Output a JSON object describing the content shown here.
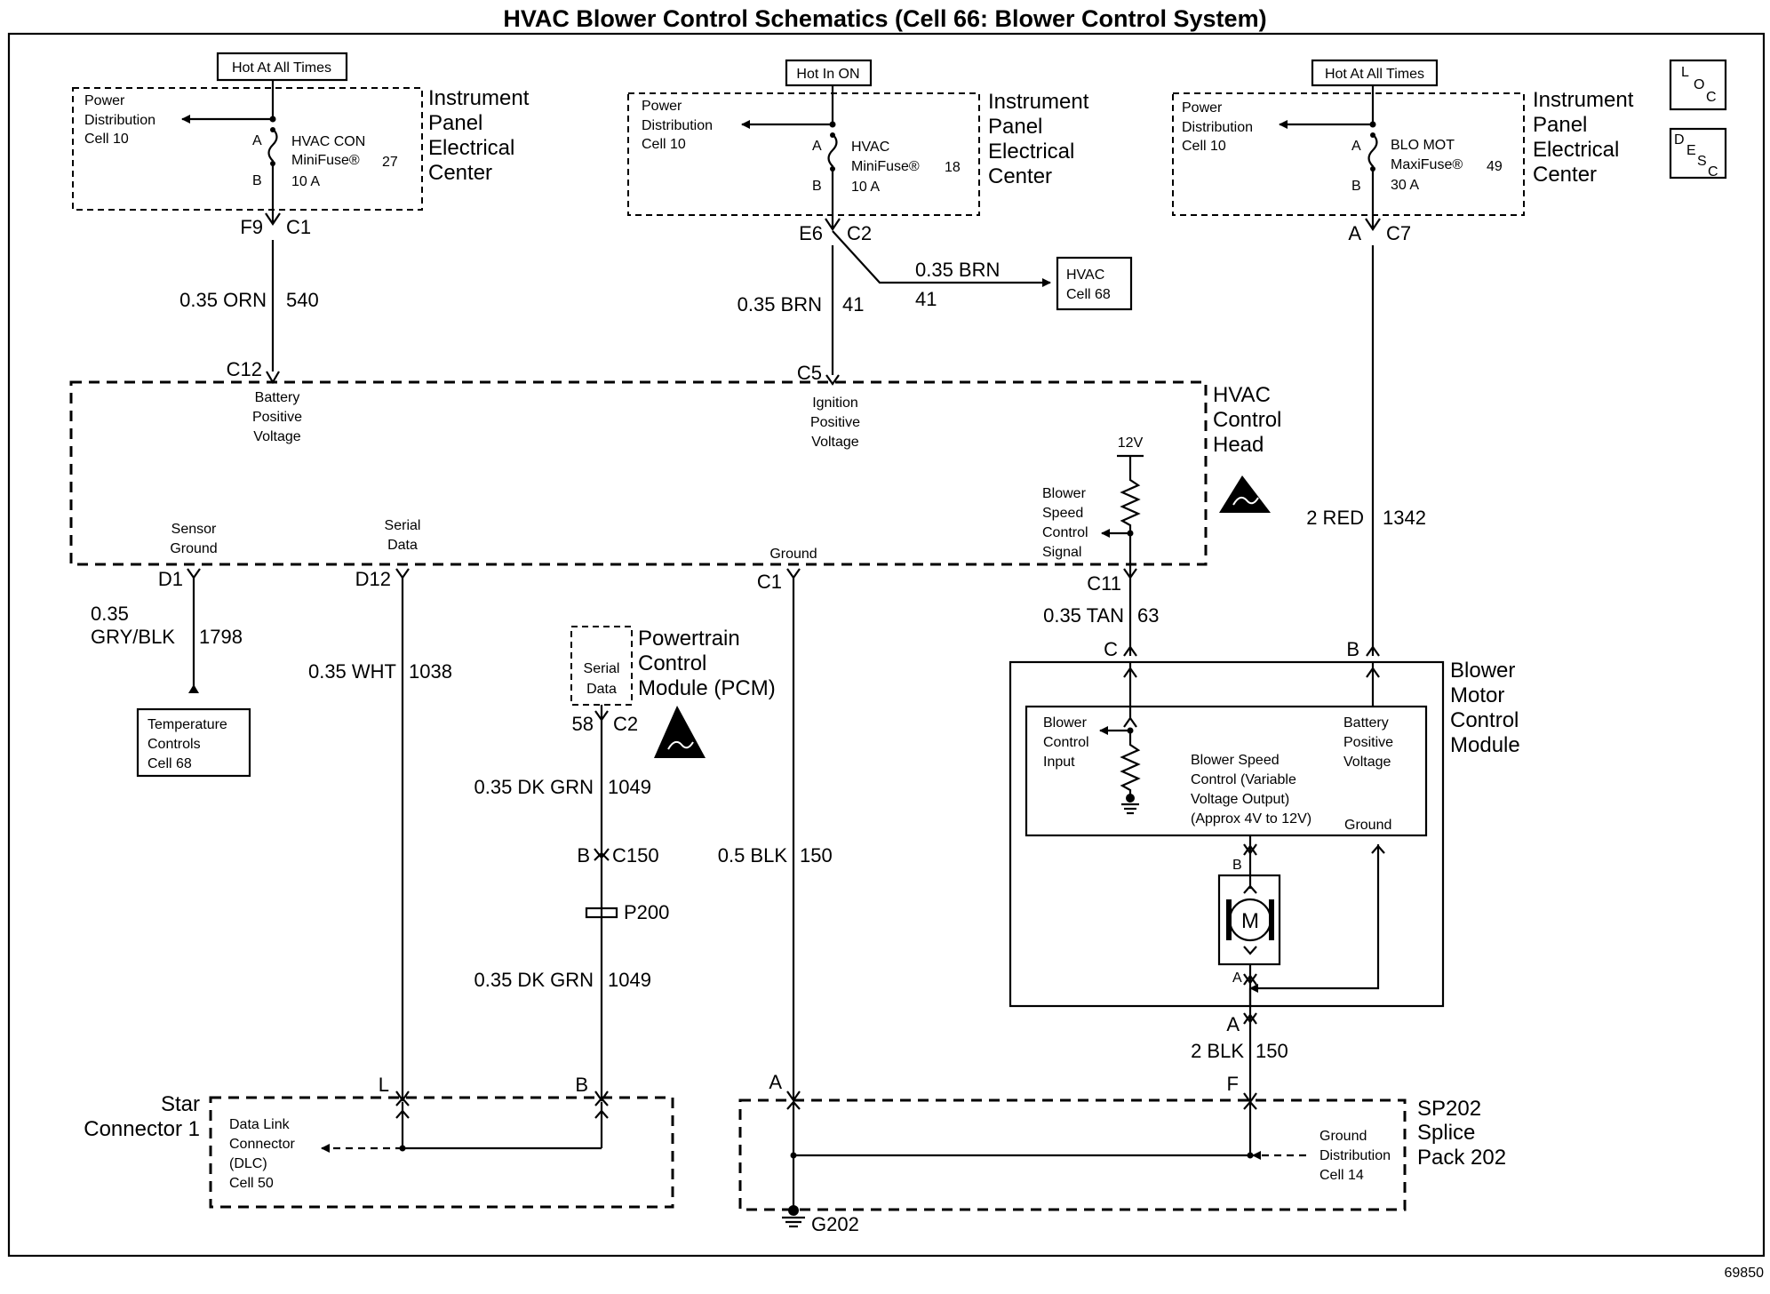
{
  "title": "HVAC Blower Control Schematics (Cell 66: Blower Control System)",
  "figure_number": "69850",
  "badges": {
    "loc": [
      "L",
      "O",
      "C"
    ],
    "desc": [
      "D",
      "E",
      "S",
      "C"
    ]
  },
  "fuses": [
    {
      "supply": "Hot At All Times",
      "distribution": [
        "Power",
        "Distribution",
        "Cell 10"
      ],
      "pin_a": "A",
      "pin_b": "B",
      "name": [
        "HVAC CON",
        "MiniFuse®",
        "10 A"
      ],
      "number": "27",
      "center": [
        "Instrument",
        "Panel",
        "Electrical",
        "Center"
      ],
      "connector": "C1",
      "pin": "F9"
    },
    {
      "supply": "Hot In ON",
      "distribution": [
        "Power",
        "Distribution",
        "Cell 10"
      ],
      "pin_a": "A",
      "pin_b": "B",
      "name": [
        "HVAC",
        "MiniFuse®",
        "10 A"
      ],
      "number": "18",
      "center": [
        "Instrument",
        "Panel",
        "Electrical",
        "Center"
      ],
      "connector": "C2",
      "pin": "E6"
    },
    {
      "supply": "Hot At All Times",
      "distribution": [
        "Power",
        "Distribution",
        "Cell 10"
      ],
      "pin_a": "A",
      "pin_b": "B",
      "name": [
        "BLO MOT",
        "MaxiFuse®",
        "30 A"
      ],
      "number": "49",
      "center": [
        "Instrument",
        "Panel",
        "Electrical",
        "Center"
      ],
      "connector": "C7",
      "pin": "A"
    }
  ],
  "wires": {
    "w540": {
      "gauge": "0.35 ORN",
      "circuit": "540"
    },
    "w41": {
      "gauge": "0.35 BRN",
      "circuit": "41"
    },
    "w41b": {
      "gauge": "0.35 BRN",
      "circuit": "41"
    },
    "w1342": {
      "gauge": "2 RED",
      "circuit": "1342"
    },
    "w1798": {
      "gauge": [
        "0.35",
        "GRY/BLK"
      ],
      "circuit": "1798"
    },
    "w1038": {
      "gauge": "0.35 WHT",
      "circuit": "1038"
    },
    "w1049a": {
      "gauge": "0.35 DK GRN",
      "circuit": "1049"
    },
    "w1049b": {
      "gauge": "0.35 DK GRN",
      "circuit": "1049"
    },
    "w150": {
      "gauge": "0.5 BLK",
      "circuit": "150"
    },
    "w63": {
      "gauge": "0.35 TAN",
      "circuit": "63"
    },
    "w150b": {
      "gauge": "2 BLK",
      "circuit": "150"
    }
  },
  "hvac_ref": [
    "HVAC",
    "Cell 68"
  ],
  "control_head": {
    "name": [
      "HVAC",
      "Control",
      "Head"
    ],
    "c12": "C12",
    "c5": "C5",
    "d1": "D1",
    "d12": "D12",
    "c1": "C1",
    "c11": "C11",
    "battery_label": [
      "Battery",
      "Positive",
      "Voltage"
    ],
    "ignition_label": [
      "Ignition",
      "Positive",
      "Voltage"
    ],
    "sensor_label": [
      "Sensor",
      "Ground"
    ],
    "serial_label": [
      "Serial",
      "Data"
    ],
    "ground_label": "Ground",
    "v12": "12V",
    "blower_label": [
      "Blower",
      "Speed",
      "Control",
      "Signal"
    ]
  },
  "temperature": [
    "Temperature",
    "Controls",
    "Cell 68"
  ],
  "pcm": {
    "name": [
      "Powertrain",
      "Control",
      "Module (PCM)"
    ],
    "serial": [
      "Serial",
      "Data"
    ],
    "pin": "58",
    "connector": "C2",
    "c150_pin": "B",
    "c150": "C150",
    "p200": "P200"
  },
  "blower_module": {
    "name": [
      "Blower",
      "Motor",
      "Control",
      "Module"
    ],
    "pin_c": "C",
    "pin_b": "B",
    "pin_a": "A",
    "input_label": [
      "Blower",
      "Control",
      "Input"
    ],
    "battery_label": [
      "Battery",
      "Positive",
      "Voltage"
    ],
    "speed_label": [
      "Blower Speed",
      "Control (Variable",
      "Voltage Output)",
      "(Approx 4V to 12V)"
    ],
    "ground_label": "Ground",
    "motor": "M",
    "motor_b": "B",
    "motor_a": "A"
  },
  "star": {
    "name": [
      "Star",
      "Connector 1"
    ],
    "pin_l": "L",
    "pin_b": "B",
    "dlc": [
      "Data Link",
      "Connector",
      "(DLC)",
      "Cell 50"
    ]
  },
  "splice": {
    "name": [
      "SP202",
      "Splice",
      "Pack 202"
    ],
    "pin_a": "A",
    "pin_f": "F",
    "ground_dist": [
      "Ground",
      "Distribution",
      "Cell 14"
    ],
    "ground": "G202"
  }
}
